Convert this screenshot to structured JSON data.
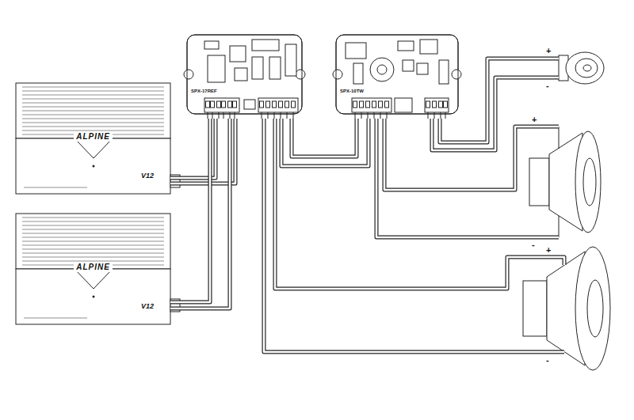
{
  "diagram": {
    "nodes": [
      {
        "text": [
          "ALPINE",
          "V12"
        ]
      },
      {
        "text": [
          "ALPINE",
          "V12"
        ]
      },
      {
        "text": [
          "SPX-17REF"
        ]
      },
      {
        "text": [
          "SPX-10TW"
        ]
      }
    ],
    "edges": [
      {
        "from": 0,
        "to": 2,
        "arrow": "none"
      },
      {
        "from": 1,
        "to": 2,
        "arrow": "none"
      },
      {
        "from": 2,
        "to": 3,
        "arrow": "none"
      }
    ],
    "labels": [
      "+",
      "-",
      "+",
      "-",
      "+",
      "-"
    ]
  }
}
